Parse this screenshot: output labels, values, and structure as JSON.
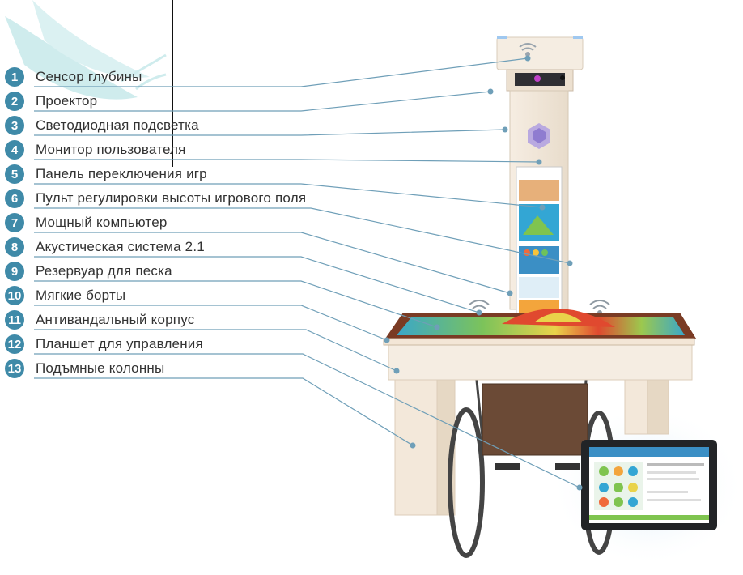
{
  "legend": {
    "items": [
      {
        "num": "1",
        "text": "Сенсор глубины"
      },
      {
        "num": "2",
        "text": "Проектор"
      },
      {
        "num": "3",
        "text": "Светодиодная подсветка"
      },
      {
        "num": "4",
        "text": "Монитор пользователя"
      },
      {
        "num": "5",
        "text": "Панель переключения игр"
      },
      {
        "num": "6",
        "text": "Пульт регулировки высоты игрового поля"
      },
      {
        "num": "7",
        "text": "Мощный компьютер"
      },
      {
        "num": "8",
        "text": "Акустическая система 2.1"
      },
      {
        "num": "9",
        "text": "Резервуар для песка"
      },
      {
        "num": "10",
        "text": "Мягкие борты"
      },
      {
        "num": "11",
        "text": "Антивандальный корпус"
      },
      {
        "num": "12",
        "text": "Планшет для управления"
      },
      {
        "num": "13",
        "text": "Подъмные колонны"
      }
    ]
  },
  "colors": {
    "badge": "#3f8aa8",
    "leader_line": "#6f9fb8",
    "label_text": "#333333",
    "table_frame": "#7a3b24",
    "wood": "#f1e6d8"
  }
}
